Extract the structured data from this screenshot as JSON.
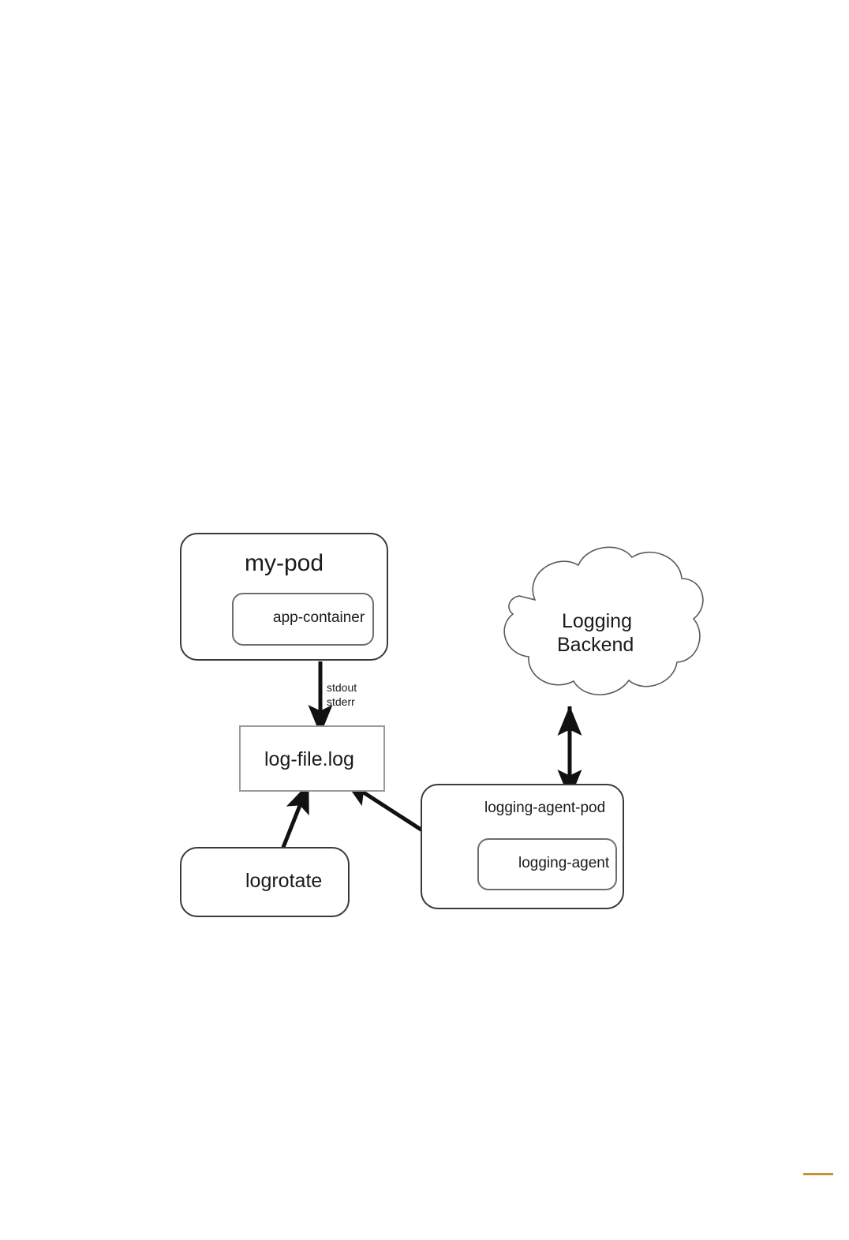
{
  "diagram": {
    "title": "Kubernetes logging sidecar diagram",
    "accent_blue": "#4285F4",
    "stroke_dark": "#3a3a3a",
    "stroke_gray": "#9a9a9a",
    "marker_color": "#c8922f",
    "nodes": {
      "my_pod": {
        "label": "my-pod",
        "icon": "kubernetes-pod-icon",
        "container": {
          "label": "app-container",
          "icon": "container-gear-play-icon"
        }
      },
      "log_file": {
        "label": "log-file.log",
        "icon": "file-box"
      },
      "logrotate": {
        "label": "logrotate",
        "icon": "rotate-arrows-icon"
      },
      "logging_agent_pod": {
        "label": "logging-agent-pod",
        "icon": "kubernetes-pod-icon",
        "container": {
          "label": "logging-agent",
          "icon": "container-gear-play-icon"
        }
      },
      "logging_backend": {
        "label_line1": "Logging",
        "label_line2": "Backend",
        "icon": "cloud-shape"
      }
    },
    "edges": [
      {
        "name": "app-container-to-log-file",
        "from": "my-pod",
        "to": "log-file.log",
        "label_line1": "stdout",
        "label_line2": "stderr",
        "arrow": "single"
      },
      {
        "name": "logrotate-to-log-file",
        "from": "logrotate",
        "to": "log-file.log",
        "label_line1": "",
        "label_line2": "",
        "arrow": "single"
      },
      {
        "name": "logging-agent-to-log-file",
        "from": "logging-agent",
        "to": "log-file.log",
        "label_line1": "",
        "label_line2": "",
        "arrow": "single"
      },
      {
        "name": "logging-agent-pod-to-backend",
        "from": "logging-agent-pod",
        "to": "Logging Backend",
        "label_line1": "",
        "label_line2": "",
        "arrow": "double"
      }
    ]
  }
}
